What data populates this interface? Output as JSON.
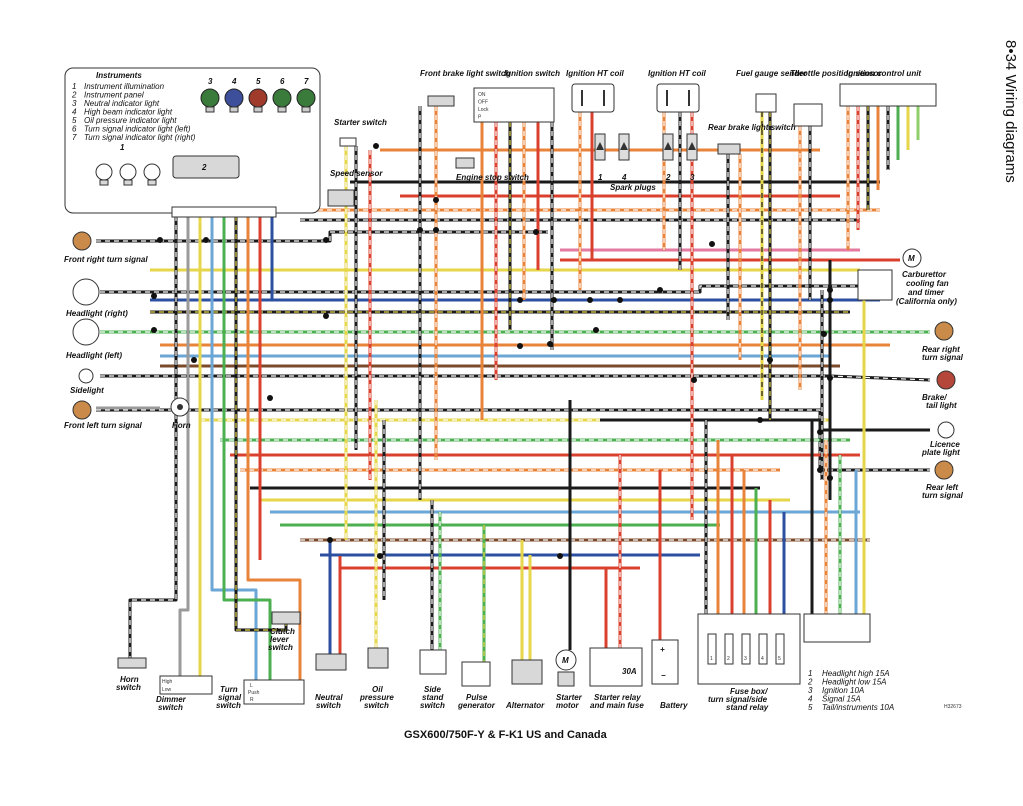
{
  "header": {
    "page_ref": "8•34 Wiring diagrams"
  },
  "instruments": {
    "title": "Instruments",
    "legend": [
      {
        "num": "1",
        "text": "Instrument illumination"
      },
      {
        "num": "2",
        "text": "Instrument panel"
      },
      {
        "num": "3",
        "text": "Neutral indicator light"
      },
      {
        "num": "4",
        "text": "High beam indicator light"
      },
      {
        "num": "5",
        "text": "Oil pressure indicator light"
      },
      {
        "num": "6",
        "text": "Turn signal indicator light (left)"
      },
      {
        "num": "7",
        "text": "Turn signal indicator light (right)"
      }
    ],
    "bulb_numbers": [
      "3",
      "4",
      "5",
      "6",
      "7"
    ],
    "bulb_colors": [
      "#3a7a3a",
      "#3d4f9a",
      "#a03a2a",
      "#3a7a3a",
      "#3a7a3a"
    ],
    "illum_number": "1",
    "panel_number": "2"
  },
  "components": {
    "starter_switch": "Starter switch",
    "speed_sensor": "Speed sensor",
    "front_brake_light_switch": "Front brake light switch",
    "ignition_switch": "Ignition switch",
    "ignition_switch_positions": [
      "ON",
      "OFF",
      "Lock",
      "P"
    ],
    "engine_stop_switch": "Engine stop switch",
    "ignition_ht_coil_1": "Ignition HT coil",
    "ignition_ht_coil_2": "Ignition HT coil",
    "spark_plugs": "Spark plugs",
    "spark_plug_numbers": [
      "1",
      "4",
      "2",
      "3"
    ],
    "rear_brake_light_switch": "Rear brake light switch",
    "fuel_gauge_sender": "Fuel gauge sender",
    "throttle_position_sensor": "Throttle position sensor",
    "ignition_control_unit": "Ignition control unit",
    "front_right_turn_signal": "Front right turn signal",
    "headlight_right": "Headlight (right)",
    "headlight_left": "Headlight (left)",
    "sidelight": "Sidelight",
    "front_left_turn_signal": "Front left turn signal",
    "horn": "Horn",
    "carburettor_fan": "Carburettor cooling fan and timer (California only)",
    "fan_motor_symbol": "M",
    "rear_right_turn_signal": "Rear right turn signal",
    "brake_tail_light": "Brake/ tail light",
    "licence_plate_light": "Licence plate light",
    "rear_left_turn_signal": "Rear left turn signal",
    "horn_switch": "Horn switch",
    "dimmer_switch": "Dimmer switch",
    "dimmer_positions": [
      "High",
      "Low"
    ],
    "turn_signal_switch": "Turn signal switch",
    "turn_signal_positions": [
      "L",
      "Push",
      "R"
    ],
    "clutch_lever_switch": "Clutch lever switch",
    "neutral_switch": "Neutral switch",
    "oil_pressure_switch": "Oil pressure switch",
    "side_stand_switch": "Side stand switch",
    "pulse_generator": "Pulse generator",
    "alternator": "Alternator",
    "starter_motor": "Starter motor",
    "starter_motor_symbol": "M",
    "starter_relay": "Starter relay and main fuse",
    "main_fuse_rating": "30A",
    "battery": "Battery",
    "fuse_box": "Fuse box/ turn signal/side stand relay",
    "fuse_numbers": [
      "1",
      "2",
      "3",
      "4",
      "5"
    ]
  },
  "fuse_legend": [
    {
      "num": "1",
      "text": "Headlight high 15A"
    },
    {
      "num": "2",
      "text": "Headlight low 15A"
    },
    {
      "num": "3",
      "text": "Ignition 10A"
    },
    {
      "num": "4",
      "text": "Signal 15A"
    },
    {
      "num": "5",
      "text": "Tail/instruments 10A"
    }
  ],
  "diagram_code": "H32673",
  "caption": "GSX600/750F-Y & F-K1 US and Canada",
  "wire_colors": {
    "red": "#d9402e",
    "orange": "#e8833a",
    "yellow": "#e5d64a",
    "green": "#4caf50",
    "blue": "#2d4fa0",
    "lightblue": "#6aa7d6",
    "black": "#1a1a1a",
    "brown": "#7b4a2a",
    "grey": "#9a9a9a",
    "white": "#ffffff",
    "pink": "#e57aa0",
    "lightgreen": "#8fcf6a"
  }
}
